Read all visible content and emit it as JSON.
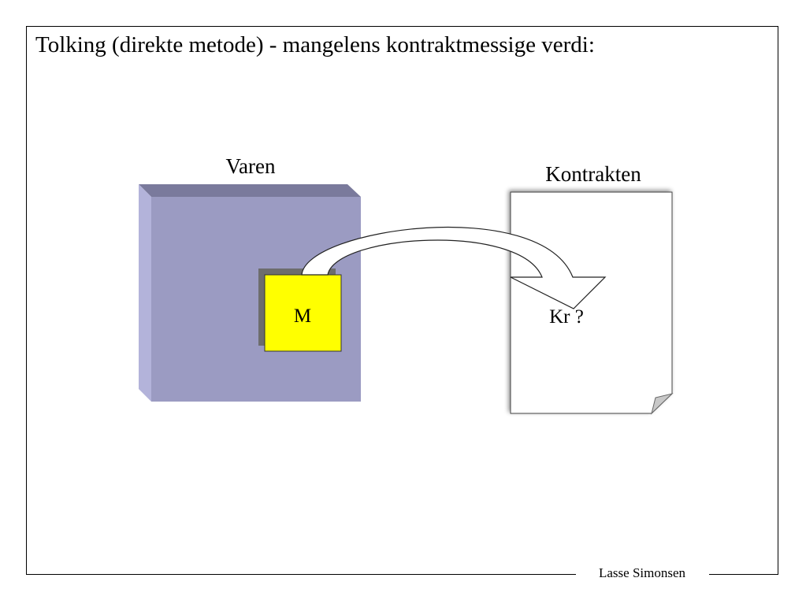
{
  "slide": {
    "title": "Tolking (direkte metode) - mangelens kontraktmessige verdi:"
  },
  "diagram": {
    "goods_label": "Varen",
    "defect_label": "M",
    "contract_label": "Kontrakten",
    "contract_value_label": "Kr ?",
    "colors": {
      "goods_front": "#9b9bc2",
      "goods_top": "#7a7a9c",
      "goods_side": "#b3b3da",
      "defect_fill": "#ffff00",
      "defect_shadow": "#6d6d6d",
      "paper_fill": "#ffffff",
      "paper_corner": "#c8c8c8",
      "arrow_fill": "#ffffff"
    }
  },
  "footer": {
    "author": "Lasse Simonsen"
  }
}
